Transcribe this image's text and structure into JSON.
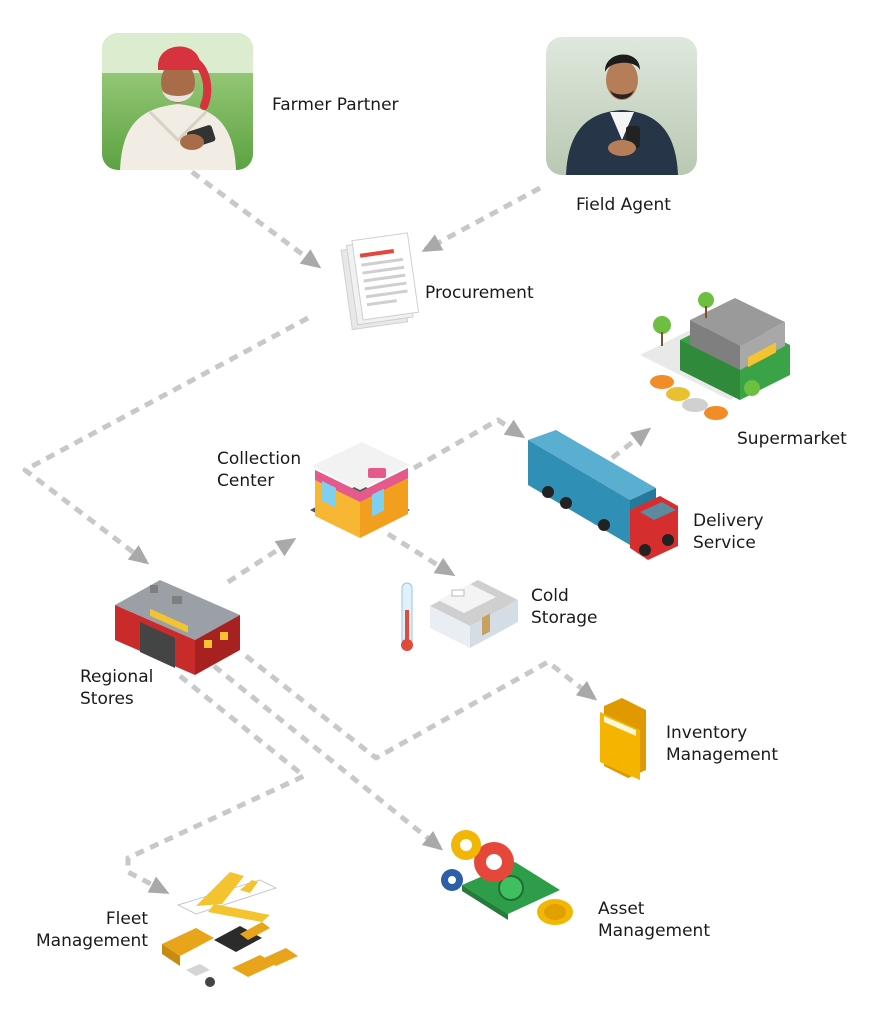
{
  "diagram": {
    "nodes": [
      {
        "id": "farmer",
        "lines": [
          "Farmer Partner"
        ],
        "icon": "farmer-photo-icon"
      },
      {
        "id": "agent",
        "lines": [
          "Field Agent"
        ],
        "icon": "field-agent-photo-icon"
      },
      {
        "id": "procurement",
        "lines": [
          "Procurement"
        ],
        "icon": "document-stack-icon"
      },
      {
        "id": "supermarket",
        "lines": [
          "Supermarket"
        ],
        "icon": "supermarket-building-icon"
      },
      {
        "id": "collection",
        "lines": [
          "Collection",
          "Center"
        ],
        "icon": "shop-icon"
      },
      {
        "id": "delivery",
        "lines": [
          "Delivery",
          "Service"
        ],
        "icon": "truck-icon"
      },
      {
        "id": "cold",
        "lines": [
          "Cold",
          "Storage"
        ],
        "icon": "cold-storage-icon"
      },
      {
        "id": "regional",
        "lines": [
          "Regional",
          "Stores"
        ],
        "icon": "warehouse-icon"
      },
      {
        "id": "inventory",
        "lines": [
          "Inventory",
          "Management"
        ],
        "icon": "folder-icon"
      },
      {
        "id": "fleet",
        "lines": [
          "Fleet",
          "Management"
        ],
        "icon": "fleet-vehicles-icon"
      },
      {
        "id": "asset",
        "lines": [
          "Asset",
          "Management"
        ],
        "icon": "gears-money-icon"
      }
    ],
    "colors": {
      "connector": "#c8c8c8",
      "arrowhead": "#a9a9a9",
      "turban": "#d6333f",
      "truck_trailer": "#2f8fb5",
      "truck_cab": "#d62e2e",
      "supermarket_green": "#3aa348",
      "folder": "#f4b400",
      "money": "#2e9d4a",
      "gear_red": "#e5473a",
      "gear_yellow": "#f2b705",
      "gear_blue": "#2d5fa8"
    }
  }
}
